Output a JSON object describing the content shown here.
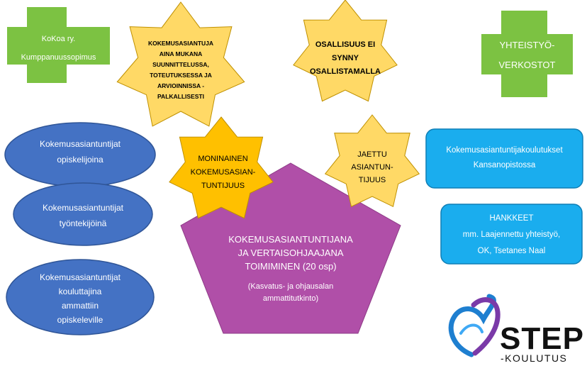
{
  "colors": {
    "green": "#7cc242",
    "yellow": "#ffd966",
    "orange": "#ffc000",
    "blue_dark": "#4472c4",
    "blue_light": "#1aadee",
    "purple": "#b04fa8",
    "logo_blue": "#1e7fd0",
    "logo_purple": "#7a3aa8"
  },
  "crosses": [
    {
      "lines": [
        "KoKoa ry.",
        "Kumppanuussopimus"
      ]
    },
    {
      "lines": [
        "YHTEISTYÖ-",
        "VERKOSTOT"
      ]
    }
  ],
  "stars": [
    {
      "lines": [
        "KOKEMUSASIANTUJA",
        "AINA MUKANA",
        "SUUNNITTELUSSA,",
        "TOTEUTUKSESSA JA",
        "ARVIOINNISSA -",
        "PALKALLISESTI"
      ]
    },
    {
      "lines": [
        "OSALLISUUS EI",
        "SYNNY",
        "OSALLISTAMALLA"
      ]
    },
    {
      "lines": [
        "MONINAINEN",
        "KOKEMUSASIAN-",
        "TUNTIJUUS"
      ]
    },
    {
      "lines": [
        "JAETTU",
        "ASIANTUN-",
        "TIJUUS"
      ]
    }
  ],
  "ellipses": [
    {
      "lines": [
        "Kokemusasiantuntijat",
        "opiskelijoina"
      ]
    },
    {
      "lines": [
        "Kokemusasiantuntijat",
        "työntekijöinä"
      ]
    },
    {
      "lines": [
        "Kokemusasiantuntijat",
        "kouluttajina",
        "ammattiin",
        "opiskeleville"
      ]
    }
  ],
  "boxes": [
    {
      "lines": [
        "Kokemusasiantuntijakoulutukset",
        "Kansanopistossa"
      ]
    },
    {
      "lines": [
        "HANKKEET",
        "mm. Laajennettu yhteistyö,",
        "OK, Tsetanes Naal"
      ]
    }
  ],
  "pentagon": {
    "title_lines": [
      "KOKEMUSASIANTUNTIJANA",
      "JA VERTAISOHJAAJANA",
      "TOIMIMINEN (20 osp)"
    ],
    "sub_lines": [
      "(Kasvatus- ja ohjausalan",
      "ammattitutkinto)"
    ]
  },
  "logo": {
    "name": "STEP",
    "subtitle": "-KOULUTUS",
    "icon": "heart-icon"
  }
}
